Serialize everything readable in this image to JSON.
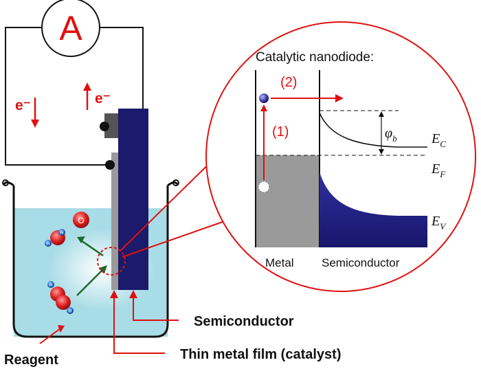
{
  "ammeter": {
    "symbol": "A"
  },
  "electron_labels": {
    "left": "e⁻",
    "right": "e⁻"
  },
  "inset": {
    "title": "Catalytic nanodiode:",
    "step_1": "(1)",
    "step_2": "(2)",
    "barrier": "φ",
    "barrier_sub": "b",
    "ec": "E",
    "ec_sub": "C",
    "ef": "E",
    "ef_sub": "F",
    "ev": "E",
    "ev_sub": "V",
    "metal_label": "Metal",
    "semi_label": "Semiconductor"
  },
  "labels": {
    "semiconductor": "Semiconductor",
    "metal_film": "Thin metal film (catalyst)",
    "reagent": "Reagent"
  },
  "molecule_letters": {
    "o": "O",
    "h": "H"
  },
  "colors": {
    "accent_red": "#e01010",
    "semiconductor_blue": "#1b1a6b",
    "metal_gray": "#9a9a9a",
    "liquid": "#a8dce6",
    "arrow_green": "#1f6a2a"
  }
}
